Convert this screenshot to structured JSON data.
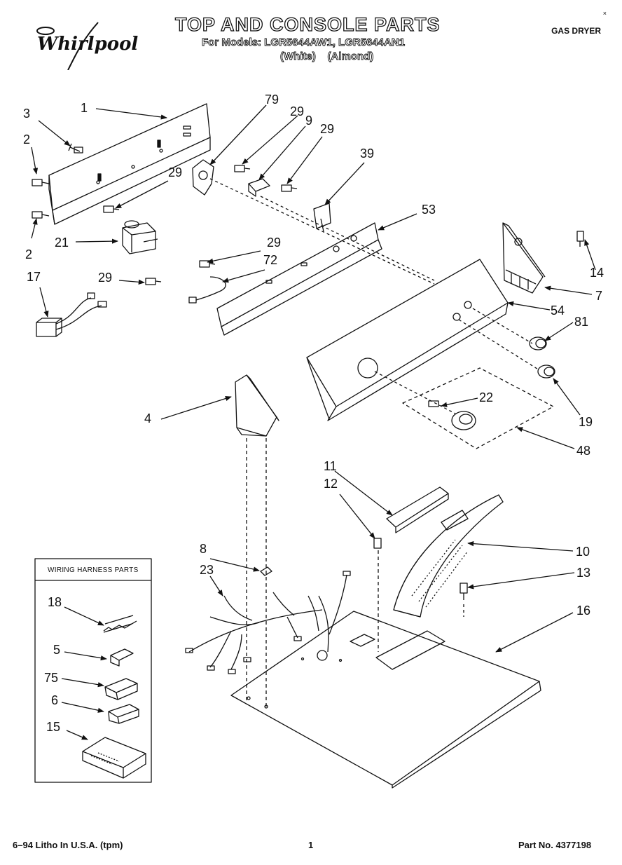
{
  "header": {
    "brand": "Whirlpool",
    "title": "TOP AND CONSOLE PARTS",
    "models_line": "For Models: LGR5644AW1, LGR5644AN1",
    "variants_line": "(White)    (Almond)",
    "product": "GAS DRYER",
    "corner_mark": "×"
  },
  "callouts": [
    {
      "id": "c1",
      "text": "1"
    },
    {
      "id": "c3",
      "text": "3"
    },
    {
      "id": "c2a",
      "text": "2"
    },
    {
      "id": "c2b",
      "text": "2"
    },
    {
      "id": "c79",
      "text": "79"
    },
    {
      "id": "c29a",
      "text": "29"
    },
    {
      "id": "c9",
      "text": "9"
    },
    {
      "id": "c29b",
      "text": "29"
    },
    {
      "id": "c39",
      "text": "39"
    },
    {
      "id": "c29c",
      "text": "29"
    },
    {
      "id": "c53",
      "text": "53"
    },
    {
      "id": "c21",
      "text": "21"
    },
    {
      "id": "c29d",
      "text": "29"
    },
    {
      "id": "c72",
      "text": "72"
    },
    {
      "id": "c17",
      "text": "17"
    },
    {
      "id": "c29e",
      "text": "29"
    },
    {
      "id": "c14",
      "text": "14"
    },
    {
      "id": "c7",
      "text": "7"
    },
    {
      "id": "c54",
      "text": "54"
    },
    {
      "id": "c81",
      "text": "81"
    },
    {
      "id": "c4",
      "text": "4"
    },
    {
      "id": "c22",
      "text": "22"
    },
    {
      "id": "c19",
      "text": "19"
    },
    {
      "id": "c48",
      "text": "48"
    },
    {
      "id": "c11",
      "text": "11"
    },
    {
      "id": "c12",
      "text": "12"
    },
    {
      "id": "c8",
      "text": "8"
    },
    {
      "id": "c10",
      "text": "10"
    },
    {
      "id": "c23",
      "text": "23"
    },
    {
      "id": "c13",
      "text": "13"
    },
    {
      "id": "c16",
      "text": "16"
    },
    {
      "id": "c18",
      "text": "18"
    },
    {
      "id": "c5",
      "text": "5"
    },
    {
      "id": "c75",
      "text": "75"
    },
    {
      "id": "c6",
      "text": "6"
    },
    {
      "id": "c15",
      "text": "15"
    }
  ],
  "inset": {
    "title": "WIRING HARNESS PARTS"
  },
  "footer": {
    "left": "6–94 Litho In U.S.A. (tpm)",
    "page": "1",
    "part_no": "Part No. 4377198"
  }
}
